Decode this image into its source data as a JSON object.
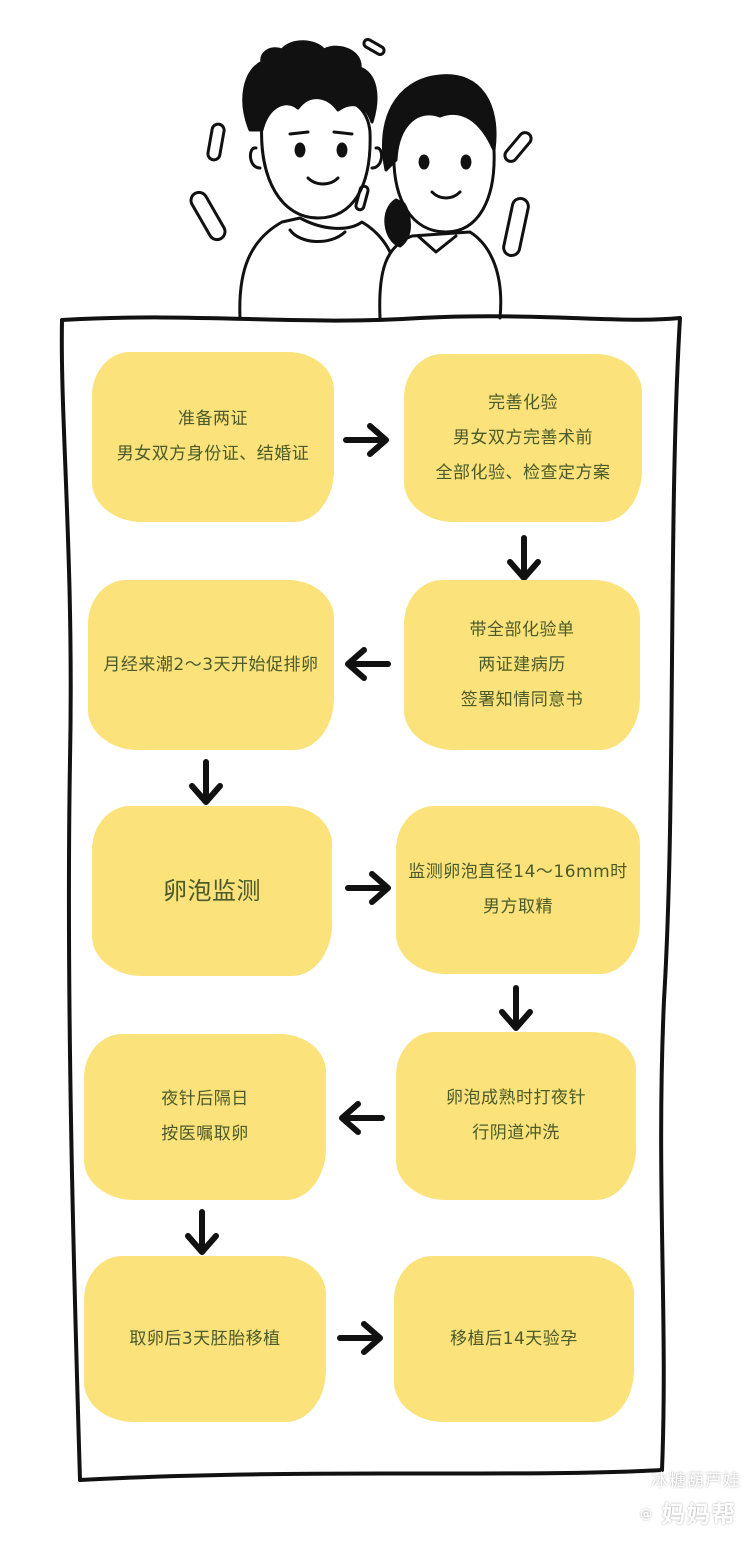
{
  "colors": {
    "box_fill": "#fbe27a",
    "text": "#4a5a2a",
    "stroke": "#111111"
  },
  "steps": [
    {
      "lines": [
        "准备两证",
        "男女双方身份证、结婚证"
      ]
    },
    {
      "lines": [
        "完善化验",
        "男女双方完善术前",
        "全部化验、检查定方案"
      ]
    },
    {
      "lines": [
        "带全部化验单",
        "两证建病历",
        "签署知情同意书"
      ]
    },
    {
      "lines": [
        "月经来潮2～3天开始促排卵"
      ]
    },
    {
      "lines": [
        "卵泡监测"
      ]
    },
    {
      "lines": [
        "监测卵泡直径14～16mm时",
        "男方取精"
      ]
    },
    {
      "lines": [
        "卵泡成熟时打夜针",
        "行阴道冲洗"
      ]
    },
    {
      "lines": [
        "夜针后隔日",
        "按医嘱取卵"
      ]
    },
    {
      "lines": [
        "取卵后3天胚胎移植"
      ]
    },
    {
      "lines": [
        "移植后14天验孕"
      ]
    }
  ],
  "watermark": {
    "top": "冰糖葫芦娃",
    "bottom": "妈妈帮",
    "icon": "at-icon"
  }
}
